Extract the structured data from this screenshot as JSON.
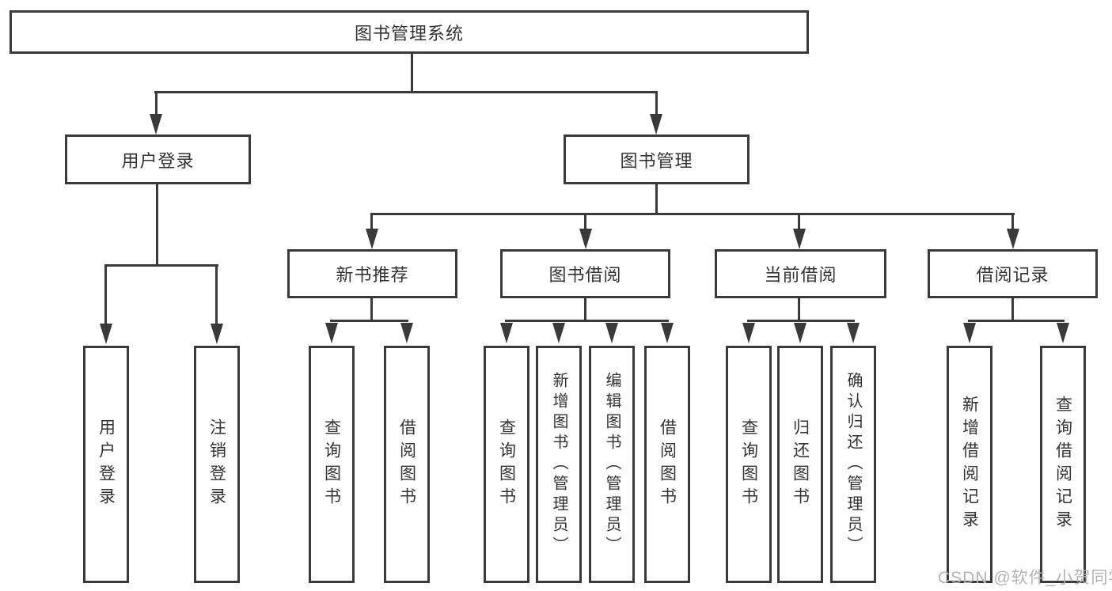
{
  "diagram": {
    "title": "图书管理系统",
    "level2": [
      "用户登录",
      "图书管理"
    ],
    "level3": [
      "新书推荐",
      "图书借阅",
      "当前借阅",
      "借阅记录"
    ],
    "leaves_login": [
      "用户登录",
      "注销登录"
    ],
    "leaves_recommend": [
      "查询图书",
      "借阅图书"
    ],
    "leaves_borrow": [
      "查询图书",
      "新增图书（管理员）",
      "编辑图书（管理员）",
      "借阅图书"
    ],
    "leaves_current": [
      "查询图书",
      "归还图书",
      "确认归还（管理员）"
    ],
    "leaves_records": [
      "新增借阅记录",
      "查询借阅记录"
    ],
    "watermark": "CSDN @软件_小贺同学",
    "colors": {
      "line": "#3a3a3a",
      "box_border": "#3a3a3a",
      "text": "#333333",
      "background": "#ffffff",
      "watermark": "#b3b3b3"
    }
  }
}
